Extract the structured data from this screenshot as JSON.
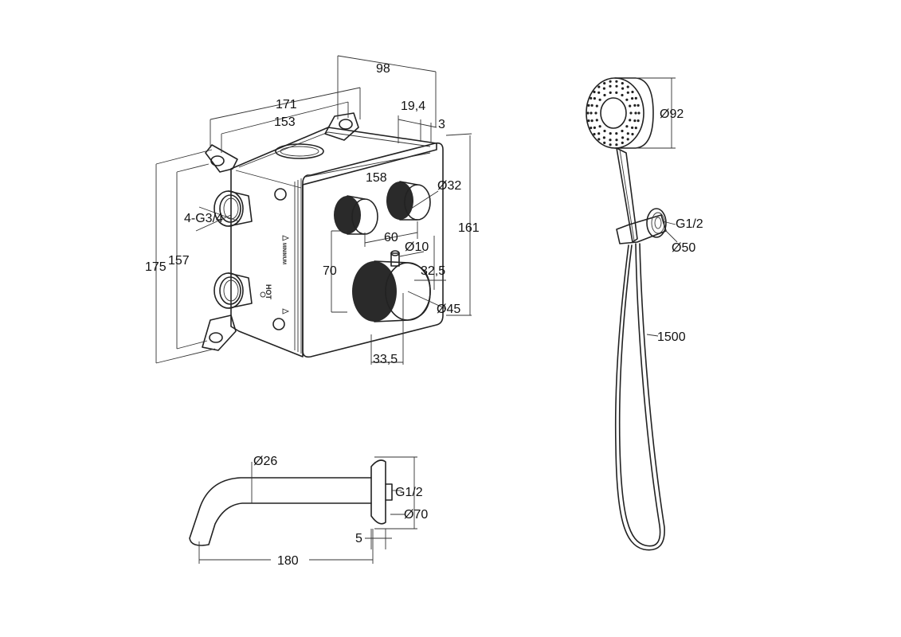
{
  "dimensions": {
    "d98": "98",
    "d171": "171",
    "d153": "153",
    "d19_4": "19,4",
    "d3": "3",
    "d158": "158",
    "d32": "Ø32",
    "thread34": "4-G3/4",
    "d60": "60",
    "d10": "Ø10",
    "d70": "70",
    "d32_5": "32,5",
    "d175": "175",
    "d157": "157",
    "d161": "161",
    "d45": "Ø45",
    "d33_5": "33,5",
    "d92": "Ø92",
    "g12_shower": "G1/2",
    "d50": "Ø50",
    "d1500": "1500",
    "d26": "Ø26",
    "g12_spout": "G1/2",
    "d70_spout": "Ø70",
    "d5": "5",
    "d180": "180"
  },
  "box_markings": {
    "hot": "HOT",
    "minimum": "MINIMUM"
  }
}
